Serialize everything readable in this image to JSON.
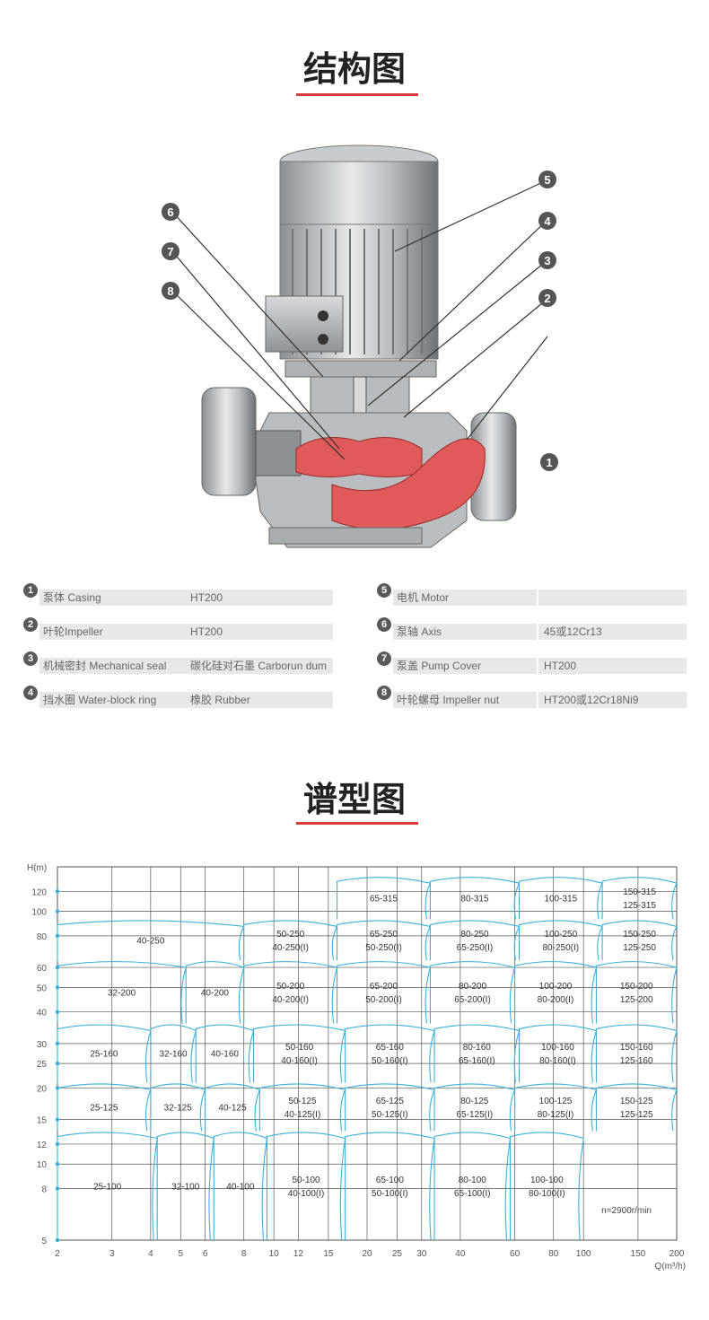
{
  "structure_title": "结构图",
  "spectrum_title": "谱型图",
  "callouts": [
    "1",
    "2",
    "3",
    "4",
    "5",
    "6",
    "7",
    "8"
  ],
  "parts": [
    {
      "no": "1",
      "name": "泵体 Casing",
      "material": "HT200"
    },
    {
      "no": "2",
      "name": "叶轮Impeller",
      "material": "HT200"
    },
    {
      "no": "3",
      "name": "机械密封 Mechanical seal",
      "material": "碳化硅对石墨 Carborun dum"
    },
    {
      "no": "4",
      "name": "挡水圈 Water-block ring",
      "material": "橡胶 Rubber"
    },
    {
      "no": "5",
      "name": "电机 Motor",
      "material": ""
    },
    {
      "no": "6",
      "name": "泵轴 Axis",
      "material": "45或12Cr13"
    },
    {
      "no": "7",
      "name": "泵盖 Pump Cover",
      "material": "HT200"
    },
    {
      "no": "8",
      "name": "叶轮螺母 Impeller nut",
      "material": "HT200或12Cr18Ni9"
    }
  ],
  "colors": {
    "accent": "#d93a3a",
    "curve": "#3ab0d8",
    "grid": "#555555",
    "badge": "#5a5a5a",
    "cell": "#e8e8e8"
  },
  "chart_data": {
    "type": "pump-selection-chart",
    "ylabel": "H(m)",
    "xlabel": "Q(m³/h)",
    "x_ticks": [
      2,
      3,
      4,
      5,
      6,
      8,
      10,
      12,
      15,
      20,
      25,
      30,
      40,
      60,
      80,
      100,
      150,
      200
    ],
    "y_ticks": [
      5,
      8,
      10,
      12,
      15,
      20,
      25,
      30,
      40,
      50,
      60,
      80,
      100,
      120
    ],
    "x_scale": "log",
    "y_scale": "log",
    "annotation": "n=2900r/min",
    "regions": [
      [
        "25-100"
      ],
      [
        "32-100"
      ],
      [
        "40-100"
      ],
      [
        "50-100",
        "40-100(I)"
      ],
      [
        "65-100",
        "50-100(I)"
      ],
      [
        "80-100",
        "65-100(I)"
      ],
      [
        "100-100",
        "80-100(I)"
      ],
      [
        "25-125"
      ],
      [
        "32-125"
      ],
      [
        "40-125"
      ],
      [
        "50-125",
        "40-125(I)"
      ],
      [
        "65-125",
        "50-125(I)"
      ],
      [
        "80-125",
        "65-125(I)"
      ],
      [
        "100-125",
        "80-125(I)"
      ],
      [
        "150-125",
        "125-125"
      ],
      [
        "25-160"
      ],
      [
        "32-160"
      ],
      [
        "40-160"
      ],
      [
        "50-160",
        "40-160(I)"
      ],
      [
        "65-160",
        "50-160(I)"
      ],
      [
        "80-160",
        "65-160(I)"
      ],
      [
        "100-160",
        "80-160(I)"
      ],
      [
        "150-160",
        "125-160"
      ],
      [
        "32-200"
      ],
      [
        "40-200"
      ],
      [
        "50-200",
        "40-200(I)"
      ],
      [
        "65-200",
        "50-200(I)"
      ],
      [
        "80-200",
        "65-200(I)"
      ],
      [
        "100-200",
        "80-200(I)"
      ],
      [
        "150-200",
        "125-200"
      ],
      [
        "40-250"
      ],
      [
        "50-250",
        "40-250(I)"
      ],
      [
        "65-250",
        "50-250(I)"
      ],
      [
        "80-250",
        "65-250(I)"
      ],
      [
        "100-250",
        "80-250(I)"
      ],
      [
        "150-250",
        "125-250"
      ],
      [
        "65-315"
      ],
      [
        "80-315"
      ],
      [
        "100-315"
      ],
      [
        "150-315",
        "125-315"
      ]
    ]
  }
}
